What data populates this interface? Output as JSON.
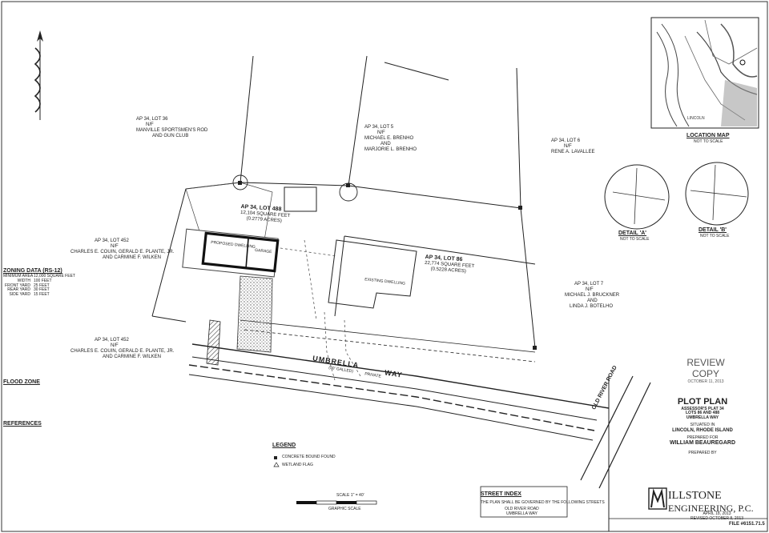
{
  "review": {
    "title": "REVIEW",
    "subtitle": "COPY",
    "date": "OCTOBER 11, 2013"
  },
  "location_map": {
    "label": "LOCATION MAP",
    "scale": "NOT TO SCALE",
    "town": "LINCOLN"
  },
  "details": {
    "a": {
      "label": "DETAIL 'A'",
      "scale": "NOT TO SCALE"
    },
    "b": {
      "label": "DETAIL 'B'",
      "scale": "NOT TO SCALE"
    }
  },
  "lots": {
    "lot36": {
      "title": "AP 34, LOT 36",
      "nf": "N/F",
      "owner1": "MANVILLE SPORTSMEN'S ROD",
      "owner2": "AND GUN CLUB"
    },
    "lot5": {
      "title": "AP 34, LOT 5",
      "nf": "N/F",
      "owner1": "MICHAEL E. BRENHO",
      "owner2": "AND",
      "owner3": "MARJORIE L. BRENHO"
    },
    "lot6": {
      "title": "AP 34, LOT 6",
      "nf": "N/F",
      "owner1": "RENE A. LAVALLEE"
    },
    "lot452a": {
      "title": "AP 34, LOT 452",
      "nf": "N/F",
      "owner1": "CHARLES E. COUIN, GERALD E. PLANTE, JR.",
      "owner2": "AND  CARMINE F. WILKEN"
    },
    "lot452b": {
      "title": "AP 34, LOT 452",
      "nf": "N/F",
      "owner1": "CHARLES E. COUIN, GERALD E. PLANTE, JR.",
      "owner2": "AND  CARMINE F. WILKEN"
    },
    "lot7": {
      "title": "AP 34, LOT 7",
      "nf": "N/F",
      "owner1": "MICHAEL J. BRUCKNER",
      "owner2": "AND",
      "owner3": "LINDA J. BOTELHO"
    },
    "lot488": {
      "title": "AP 34, LOT 488",
      "area1": "12,104 SQUARE FEET",
      "area2": "(0.2779 ACRES)"
    },
    "lot86": {
      "title": "AP 34, LOT 86",
      "area1": "22,774 SQUARE FEET",
      "area2": "(0.5228 ACRES)"
    }
  },
  "buildings": {
    "proposed": "PROPOSED DWELLING",
    "garage": "GARAGE",
    "existing": "EXISTING DWELLING"
  },
  "streets": {
    "umbrella": "UMBRELLA",
    "way": "WAY",
    "private": "(50' GALLED)",
    "private2": "PRIVATE",
    "old_river": "OLD RIVER ROAD"
  },
  "zoning": {
    "title": "ZONING DATA (RS-12)",
    "rows": [
      [
        "MINIMUM AREA",
        "12,000 SQUARE FEET"
      ],
      [
        "WIDTH",
        "100 FEET"
      ],
      [
        "FRONT YARD",
        "25 FEET"
      ],
      [
        "REAR YARD",
        "30 FEET"
      ],
      [
        "SIDE YARD",
        "15 FEET"
      ]
    ]
  },
  "flood": {
    "title": "FLOOD ZONE"
  },
  "references": {
    "title": "REFERENCES"
  },
  "legend": {
    "title": "LEGEND",
    "item1": "CONCRETE BOUND FOUND",
    "item2": "WETLAND FLAG"
  },
  "scale": {
    "title": "SCALE 1\" = 40'",
    "sub": "GRAPHIC SCALE"
  },
  "street_index": {
    "title": "STREET INDEX",
    "line1": "THE PLAN SHALL BE GOVERNED BY THE FOLLOWING STREETS",
    "line2": "OLD RIVER ROAD",
    "line3": "UMBRELLA WAY"
  },
  "title_block": {
    "title": "PLOT PLAN",
    "l1": "ASSESSOR'S PLAT 34",
    "l2": "LOTS 86 AND 488",
    "l3": "UMBRELLA WAY",
    "l4": "SITUATED IN",
    "l5": "LINCOLN, RHODE ISLAND",
    "l6": "PREPARED FOR",
    "l7": "WILLIAM BEAUREGARD",
    "l8": "PREPARED BY",
    "date1": "APRIL 18, 2013",
    "date2": "REVISED OCTOBER 8, 2013",
    "file": "FILE #6151.71.5"
  },
  "firm": {
    "letter": "M",
    "name1": "ILLSTONE",
    "name2": "ENGINEERING, P.C."
  },
  "colors": {
    "ink": "#222222",
    "paper": "#ffffff",
    "hatch": "#555555"
  }
}
